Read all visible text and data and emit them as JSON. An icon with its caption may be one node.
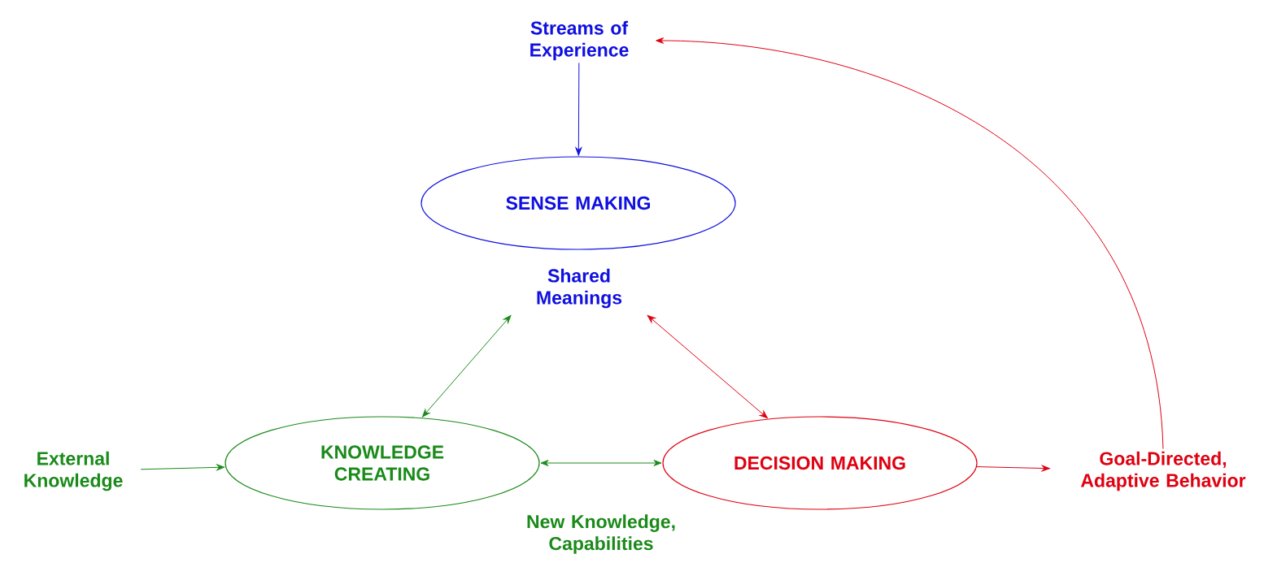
{
  "diagram": {
    "nodes": [
      {
        "text": [
          "Streams of Experience"
        ]
      },
      {
        "text": [
          "SENSE MAKING"
        ]
      },
      {
        "text": [
          "Shared Meanings"
        ]
      },
      {
        "text": [
          "External Knowledge"
        ]
      },
      {
        "text": [
          "KNOWLEDGE CREATING"
        ]
      },
      {
        "text": [
          "DECISION MAKING"
        ]
      },
      {
        "text": [
          "Goal-Directed, Adaptive Behavior"
        ]
      }
    ],
    "edges": [
      {
        "from": 0,
        "to": 1,
        "arrow": "to",
        "color": "#1010e0"
      },
      {
        "from": 2,
        "to": 4,
        "arrow": "both",
        "color": "#1a8a1a"
      },
      {
        "from": 2,
        "to": 5,
        "arrow": "both",
        "color": "#e00010"
      },
      {
        "from": 3,
        "to": 4,
        "arrow": "to",
        "color": "#1a8a1a"
      },
      {
        "from": 4,
        "to": 5,
        "arrow": "both",
        "color": "#1a8a1a",
        "label": "New Knowledge, Capabilities"
      },
      {
        "from": 5,
        "to": 6,
        "arrow": "to",
        "color": "#e00010"
      },
      {
        "from": 6,
        "to": 0,
        "arrow": "to",
        "color": "#e00010"
      }
    ]
  }
}
